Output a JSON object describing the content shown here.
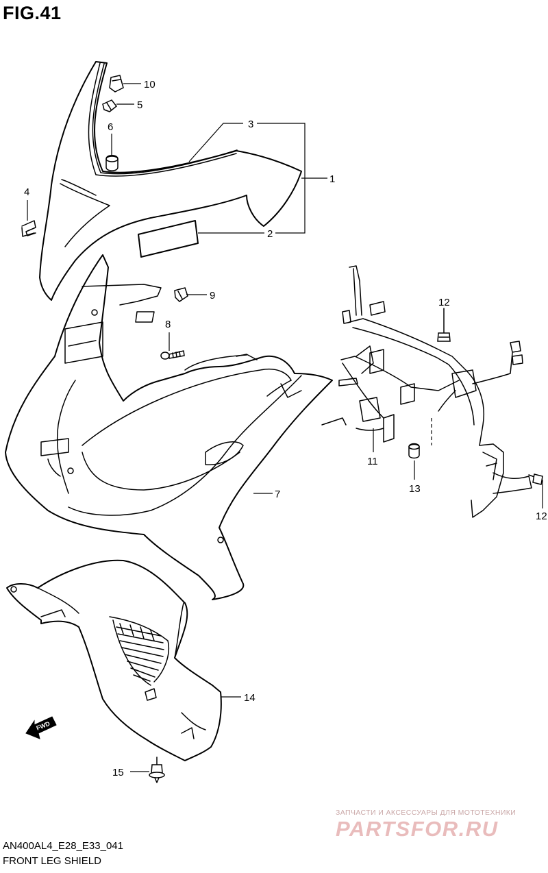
{
  "figure": {
    "title": "FIG.41",
    "model_code": "AN400AL4_E28_E33_041",
    "section_name": "FRONT LEG SHIELD"
  },
  "callouts": {
    "c1": "1",
    "c2": "2",
    "c3": "3",
    "c4": "4",
    "c5": "5",
    "c6": "6",
    "c7": "7",
    "c8": "8",
    "c9": "9",
    "c10": "10",
    "c11": "11",
    "c12a": "12",
    "c12b": "12",
    "c13": "13",
    "c14": "14",
    "c15": "15"
  },
  "fwd_label": "FWD",
  "watermark": {
    "subtitle": "ЗАПЧАСТИ И АКСЕССУАРЫ ДЛЯ МОТОТЕХНИКИ",
    "brand": "PARTSFOR.RU"
  }
}
